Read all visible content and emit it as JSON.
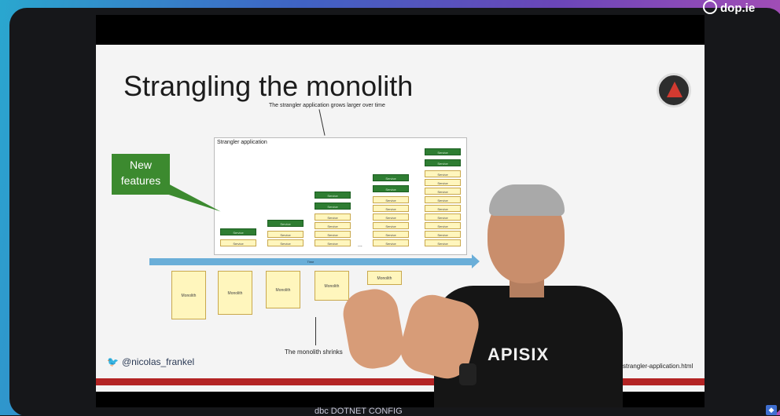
{
  "brand": {
    "text": "dop.ie"
  },
  "slide": {
    "title": "Strangling the monolith",
    "top_annotation": "The strangler application grows larger over time",
    "strangler_label": "Strangler application",
    "callout": "New features",
    "timebar_label": "Time",
    "bottom_annotation": "The monolith shrinks",
    "monolith_label": "Monolith",
    "service_label": "Service",
    "ellipsis": "...",
    "handle": "@nicolas_frankel",
    "url": "strangler-application.html"
  },
  "shirt": {
    "text": "APISIX"
  },
  "footer": {
    "text": "dbc DOTNET CONFIG"
  },
  "colors": {
    "accent_green": "#3c8a2f",
    "timebar_blue": "#6aaed8",
    "service_yellow": "#fff6bd",
    "brand_red": "#b32424"
  },
  "icons": [
    "twitter-icon",
    "apache-logo",
    "watch-icon"
  ]
}
